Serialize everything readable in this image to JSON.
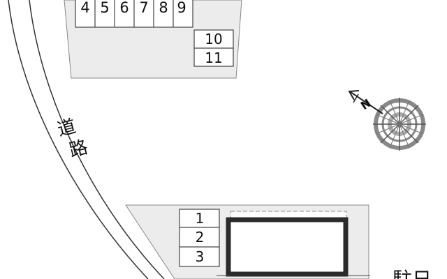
{
  "road": {
    "label": "道路"
  },
  "parking_north": {
    "spaces": [
      "4",
      "5",
      "6",
      "7",
      "8",
      "9",
      "10",
      "11"
    ]
  },
  "parking_south": {
    "spaces": [
      "1",
      "2",
      "3"
    ]
  },
  "compass": {
    "north_label": "N",
    "icon": "compass-rose-icon"
  },
  "edge_label": {
    "text": "駐日"
  },
  "colors": {
    "lot_fill": "#ececec",
    "outline": "#444444",
    "building": "#2b2b2b",
    "compass": "#777777"
  }
}
